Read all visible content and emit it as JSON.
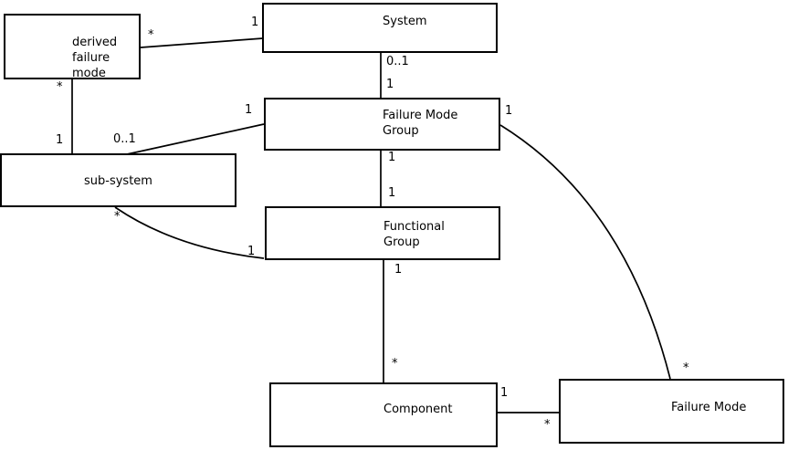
{
  "canvas": {
    "background_color": "#ffffff",
    "line_color": "#000000",
    "text_color": "#000000"
  },
  "nodes": [
    {
      "name": "derived-failure-mode",
      "label": "derived\nfailure\nmode"
    },
    {
      "name": "system",
      "label": "System"
    },
    {
      "name": "failure-mode-group",
      "label": "Failure Mode\nGroup"
    },
    {
      "name": "sub-system",
      "label": "sub-system"
    },
    {
      "name": "functional-group",
      "label": "Functional\nGroup"
    },
    {
      "name": "component",
      "label": "Component"
    },
    {
      "name": "failure-mode",
      "label": "Failure Mode"
    }
  ],
  "edges": [
    {
      "from": "derived failure mode",
      "to": "System",
      "from_multiplicity": "*",
      "to_multiplicity": "1"
    },
    {
      "from": "derived failure mode",
      "to": "sub-system",
      "from_multiplicity": "*",
      "to_multiplicity": "1"
    },
    {
      "from": "sub-system",
      "to": "Failure Mode Group",
      "from_multiplicity": "0..1",
      "to_multiplicity": "1"
    },
    {
      "from": "System",
      "to": "Failure Mode Group",
      "from_multiplicity": "0..1",
      "to_multiplicity": "1"
    },
    {
      "from": "Failure Mode Group",
      "to": "Functional Group",
      "from_multiplicity": "1",
      "to_multiplicity": "1"
    },
    {
      "from": "Functional Group",
      "to": "Component",
      "from_multiplicity": "1",
      "to_multiplicity": "*"
    },
    {
      "from": "Component",
      "to": "Failure Mode",
      "from_multiplicity": "1",
      "to_multiplicity": "*"
    },
    {
      "from": "Failure Mode Group",
      "to": "Failure Mode",
      "from_multiplicity": "1",
      "to_multiplicity": "*"
    },
    {
      "from": "sub-system",
      "to": "Functional Group",
      "from_multiplicity": "*",
      "to_multiplicity": "1"
    }
  ]
}
